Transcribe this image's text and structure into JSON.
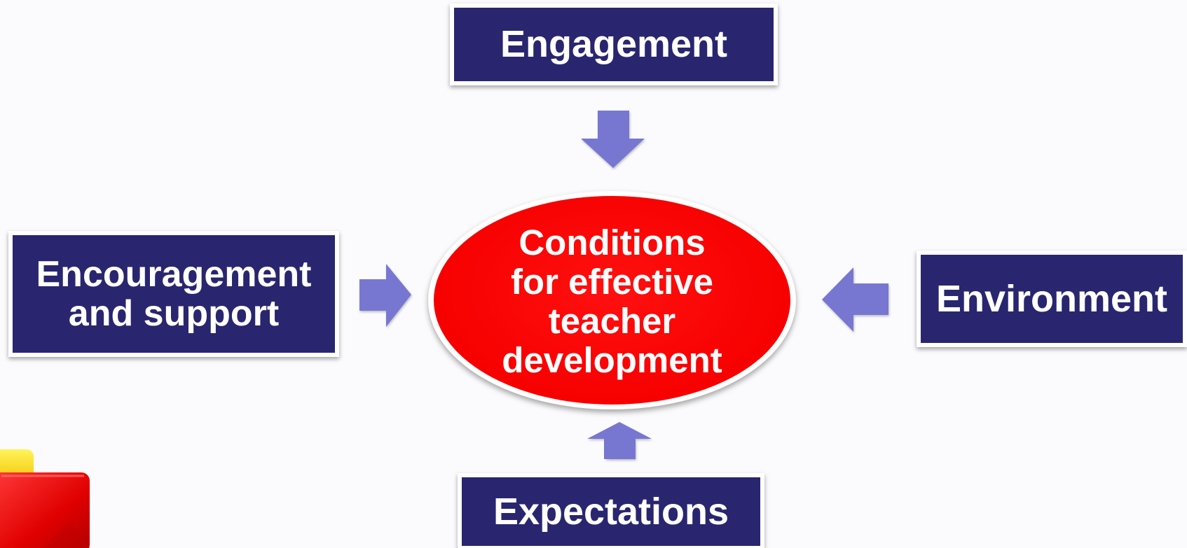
{
  "center": {
    "label": "Conditions\nfor effective\nteacher\ndevelopment"
  },
  "boxes": {
    "top": "Engagement",
    "left": "Encouragement\nand support",
    "right": "Environment",
    "bottom": "Expectations"
  },
  "colors": {
    "box_fill": "#29266f",
    "ellipse_fill": "#ff0000",
    "arrow_fill": "#7777d2",
    "text": "#ffffff"
  },
  "icons": {
    "decoration": "red-yellow-block-icon"
  }
}
